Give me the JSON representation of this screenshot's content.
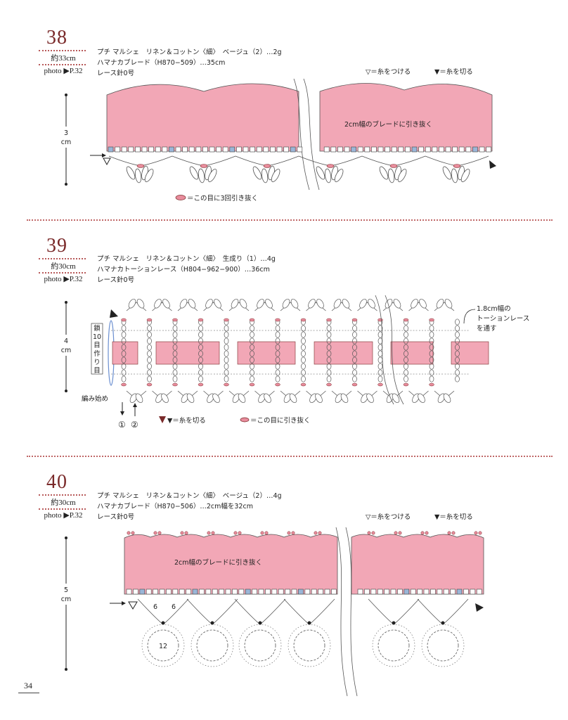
{
  "page_number": "34",
  "sections": [
    {
      "number": "38",
      "approx": "約33cm",
      "photo": "photo ▶P.32",
      "lines": [
        "プチ マルシェ　リネン＆コットン〈細〉　ベージュ（2）…2g",
        "ハマナカブレード（H870−509）…35cm",
        "レース針0号"
      ],
      "legend_attach": "▽＝糸をつける",
      "legend_cut": "▼＝糸を切る",
      "height_label": "3",
      "height_unit": "cm",
      "braid_label": "2cm幅のブレードに引き抜く",
      "note": "＝この目に3回引き抜く"
    },
    {
      "number": "39",
      "approx": "約30cm",
      "photo": "photo ▶P.32",
      "lines": [
        "プチ マルシェ　リネン＆コットン〈細〉　生成り（1）…4g",
        "ハマナカトーションレース（H804−962−900）…36cm",
        "レース針0号"
      ],
      "height_label": "4",
      "height_unit": "cm",
      "chain_label": [
        "鎖",
        "10",
        "目",
        "作",
        "り",
        "目"
      ],
      "lace_label": [
        "1.8cm幅の",
        "トーションレース",
        "を通す"
      ],
      "start_label": "編み始め",
      "row1": "①",
      "row2": "②",
      "legend_cut": "▼＝糸を切る",
      "note": "＝この目に引き抜く"
    },
    {
      "number": "40",
      "approx": "約30cm",
      "photo": "photo ▶P.32",
      "lines": [
        "プチ マルシェ　リネン＆コットン〈細〉　ベージュ（2）…4g",
        "ハマナカブレード（H870−506）…2cm幅を32cm",
        "レース針0号"
      ],
      "legend_attach": "▽＝糸をつける",
      "legend_cut": "▼＝糸を切る",
      "height_label": "5",
      "height_unit": "cm",
      "braid_label": "2cm幅のブレードに引き抜く",
      "count_a": "6",
      "count_b": "6",
      "count_c": "12"
    }
  ],
  "colors": {
    "pink": "#f2a7b6",
    "pink_dark": "#e88c9c",
    "accent": "#7a2a2a",
    "dotted": "#c06868"
  }
}
